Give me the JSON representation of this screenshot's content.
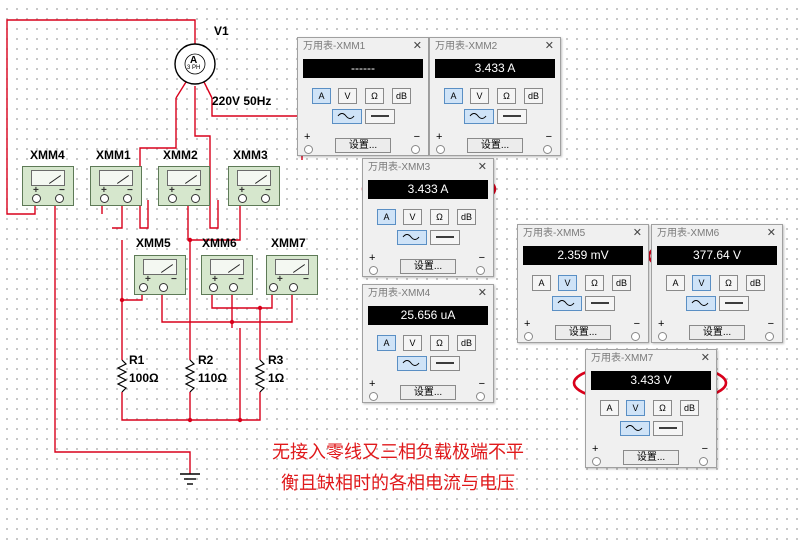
{
  "circuit": {
    "source_name": "V1",
    "source_rating": "220V 50Hz",
    "source_symbol_letter": "A",
    "source_symbol_sub": "3 PH",
    "resistors": [
      {
        "name": "R1",
        "value": "100Ω"
      },
      {
        "name": "R2",
        "value": "110Ω"
      },
      {
        "name": "R3",
        "value": "1Ω"
      }
    ],
    "meters": [
      "XMM4",
      "XMM1",
      "XMM2",
      "XMM3",
      "XMM5",
      "XMM6",
      "XMM7"
    ]
  },
  "multimeters": [
    {
      "title": "万用表-XMM1",
      "reading": "------",
      "mode": "A",
      "wave": "ac"
    },
    {
      "title": "万用表-XMM2",
      "reading": "3.433 A",
      "mode": "A",
      "wave": "ac"
    },
    {
      "title": "万用表-XMM3",
      "reading": "3.433 A",
      "mode": "A",
      "wave": "ac"
    },
    {
      "title": "万用表-XMM4",
      "reading": "25.656 uA",
      "mode": "A",
      "wave": "ac"
    },
    {
      "title": "万用表-XMM5",
      "reading": "2.359 mV",
      "mode": "V",
      "wave": "ac"
    },
    {
      "title": "万用表-XMM6",
      "reading": "377.64 V",
      "mode": "V",
      "wave": "ac"
    },
    {
      "title": "万用表-XMM7",
      "reading": "3.433 V",
      "mode": "V",
      "wave": "ac"
    }
  ],
  "panel_labels": {
    "mode_a": "A",
    "mode_v": "V",
    "mode_ohm": "Ω",
    "mode_db": "dB",
    "settings": "设置...",
    "close": "✕",
    "plus": "+",
    "minus": "−"
  },
  "meter_icon_signs": {
    "plus": "+",
    "minus": "−"
  },
  "caption": {
    "line1": "无接入零线又三相负载极端不平",
    "line2": "衡且缺相时的各相电流与电压"
  },
  "colors": {
    "wire": "#d9001b",
    "highlight": "#d9001b",
    "caption": "#e0191b",
    "meter_body": "#d6e7cd",
    "display_bg": "#000000"
  }
}
